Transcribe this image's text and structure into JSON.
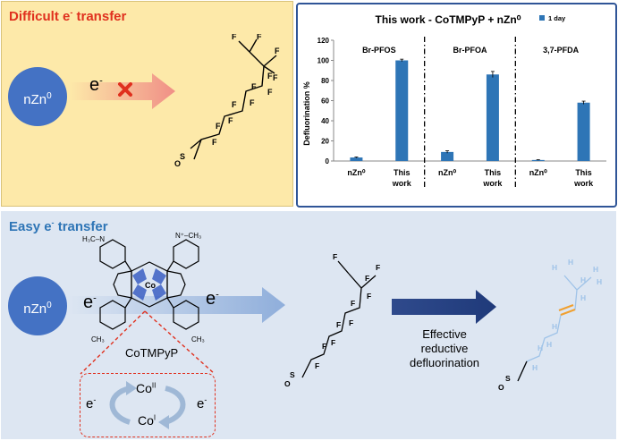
{
  "top": {
    "title_main": "Difficult e",
    "title_sup": "-",
    "title_tail": " transfer",
    "zn_main": "nZn",
    "zn_sup": "0",
    "e_label": "e",
    "e_sup": "-"
  },
  "chart_data": {
    "type": "bar",
    "title": "This work - CoTMPyP + nZn⁰",
    "legend": "1 day",
    "ylabel": "Defluorination %",
    "ylim": [
      0,
      120
    ],
    "yticks": [
      "0",
      "20",
      "40",
      "60",
      "80",
      "100",
      "120"
    ],
    "groups": [
      "Br-PFOS",
      "Br-PFOA",
      "3,7-PFDA"
    ],
    "categories": [
      "nZn⁰",
      "This work",
      "nZn⁰",
      "This work",
      "nZn⁰",
      "This work"
    ],
    "category_lines": [
      [
        "nZn⁰"
      ],
      [
        "This",
        "work"
      ],
      [
        "nZn⁰"
      ],
      [
        "This",
        "work"
      ],
      [
        "nZn⁰"
      ],
      [
        "This",
        "work"
      ]
    ],
    "values": [
      3.5,
      100,
      9,
      86,
      1,
      58
    ],
    "errors": [
      0.5,
      1.2,
      1.2,
      3,
      0.3,
      1.5
    ],
    "bar_color": "#2e75b6"
  },
  "bottom": {
    "title_main": "Easy e",
    "title_sup": "-",
    "title_tail": " transfer",
    "zn_main": "nZn",
    "zn_sup": "0",
    "e_left": "e",
    "e_right": "e",
    "e_sup": "-",
    "catalyst": "CoTMPyP",
    "co_center": "Co",
    "co_ii": "Co",
    "co_ii_sup": "II",
    "co_i": "Co",
    "co_i_sup": "I",
    "cycle_e_left": "e",
    "cycle_e_right": "e",
    "effective": [
      "Effective",
      "reductive",
      "defluorination"
    ],
    "methyl_top_left": "H₃C–N",
    "methyl_top_right": "N⁺–CH₃",
    "methyl_bottom_left": "CH₃",
    "methyl_bottom_right": "CH₃"
  },
  "colors": {
    "top_bg": "#fde9a9",
    "bottom_bg": "#dde6f2",
    "zn_ball": "#4472c4",
    "red": "#e0301e",
    "blue": "#2e75b6"
  }
}
